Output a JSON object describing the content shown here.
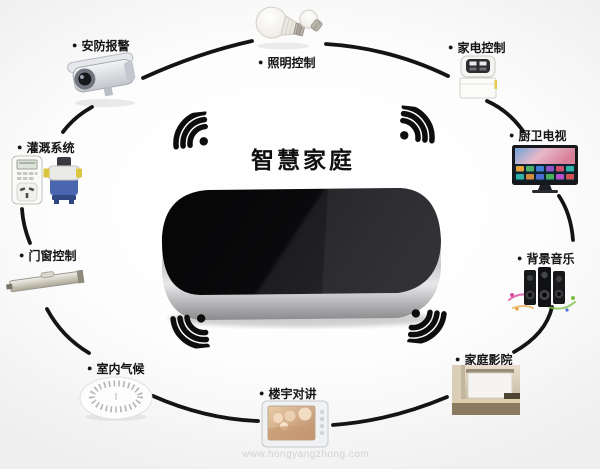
{
  "title": "智慧家庭",
  "bullet": "●",
  "watermark": "www.hongyangzhong.com",
  "nodes": [
    {
      "id": "security-alarm",
      "label": "安防报警",
      "icon": "cctv-camera-icon"
    },
    {
      "id": "lighting-control",
      "label": "照明控制",
      "icon": "light-bulb-icon"
    },
    {
      "id": "appliance-control",
      "label": "家电控制",
      "icon": "appliance-icon"
    },
    {
      "id": "kitchen-bath-tv",
      "label": "厨卫电视",
      "icon": "smart-tv-icon"
    },
    {
      "id": "background-music",
      "label": "背景音乐",
      "icon": "speakers-icon"
    },
    {
      "id": "home-theater",
      "label": "家庭影院",
      "icon": "projector-screen-icon"
    },
    {
      "id": "building-intercom",
      "label": "楼宇对讲",
      "icon": "video-doorphone-icon"
    },
    {
      "id": "indoor-climate",
      "label": "室内气候",
      "icon": "ceiling-sensor-icon"
    },
    {
      "id": "door-window-control",
      "label": "门窗控制",
      "icon": "window-actuator-icon"
    },
    {
      "id": "irrigation-system",
      "label": "灌溉系统",
      "icon": "timer-pump-icon"
    }
  ],
  "colors": {
    "line_black": "#141414",
    "hub_top": "#0b0b0d",
    "hub_metal": "#c9c9cb",
    "background": "#f5f5f5",
    "pump_blue": "#4a66b0",
    "accent_yellow": "#d9c53e"
  }
}
